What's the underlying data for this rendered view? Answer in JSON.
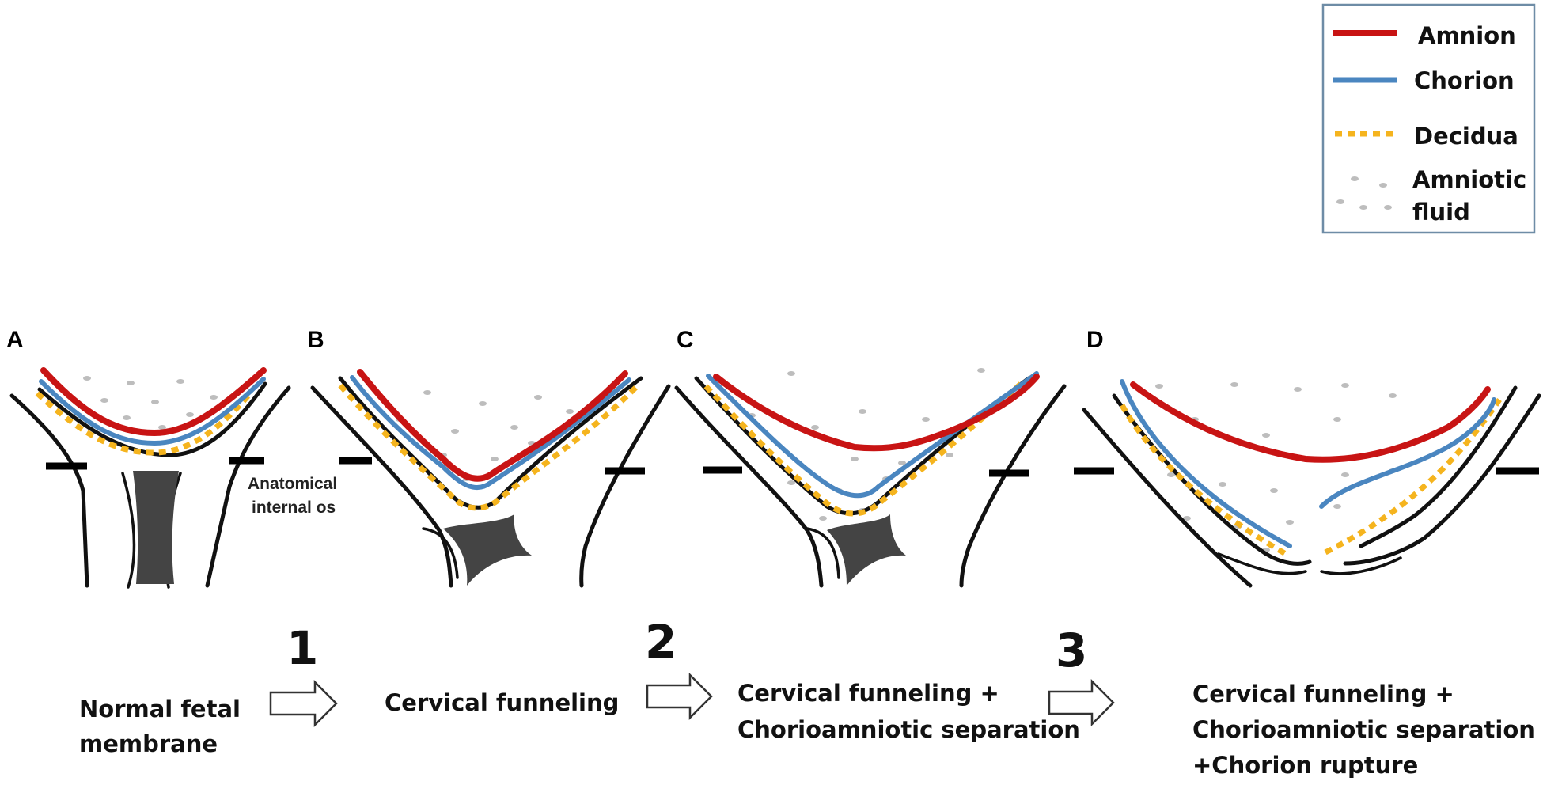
{
  "legend": {
    "items": [
      {
        "label": "Amnion",
        "color": "#c81414",
        "style": "solid"
      },
      {
        "label": "Chorion",
        "color": "#4a86c0",
        "style": "solid"
      },
      {
        "label": "Decidua",
        "color": "#f5b41e",
        "style": "dotted"
      },
      {
        "label_line1": "Amniotic",
        "label_line2": "fluid",
        "color": "#bdbdbd",
        "style": "dots"
      }
    ]
  },
  "annotation": {
    "line1": "Anatomical",
    "line2": "internal os"
  },
  "panels": [
    {
      "letter": "A",
      "caption": [
        "Normal fetal",
        "membrane"
      ]
    },
    {
      "letter": "B",
      "caption": [
        "Cervical funneling"
      ]
    },
    {
      "letter": "C",
      "caption": [
        "Cervical funneling +",
        "Chorioamniotic separation"
      ]
    },
    {
      "letter": "D",
      "caption": [
        "Cervical funneling +",
        "Chorioamniotic separation",
        "+Chorion rupture"
      ]
    }
  ],
  "steps": [
    "1",
    "2",
    "3"
  ]
}
